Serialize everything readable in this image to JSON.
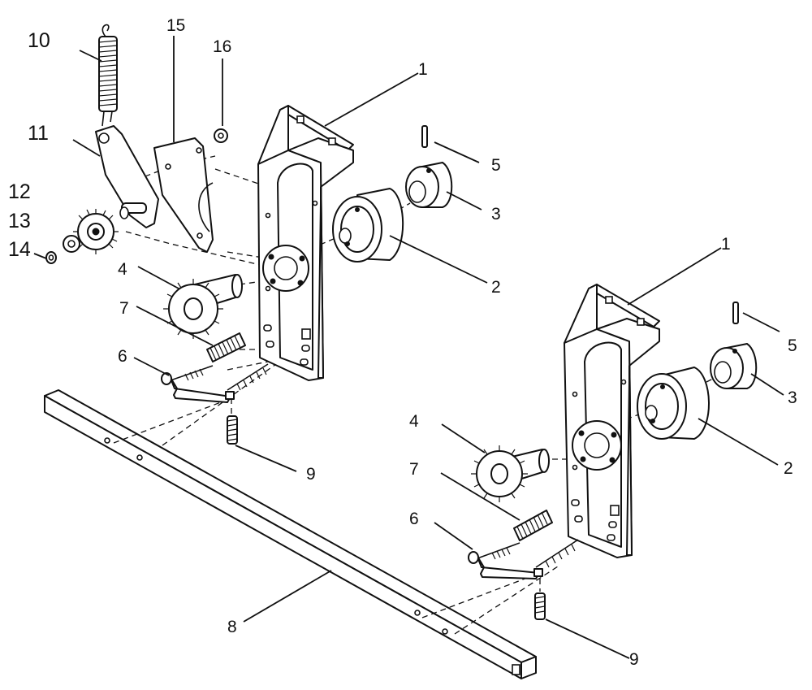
{
  "callouts": {
    "c1a": "1",
    "c1b": "1",
    "c2a": "2",
    "c2b": "2",
    "c3a": "3",
    "c3b": "3",
    "c4a": "4",
    "c4b": "4",
    "c5a": "5",
    "c5b": "5",
    "c6a": "6",
    "c6b": "6",
    "c7a": "7",
    "c7b": "7",
    "c8": "8",
    "c9a": "9",
    "c9b": "9",
    "c10": "10",
    "c11": "11",
    "c12": "12",
    "c13": "13",
    "c14": "14",
    "c15": "15",
    "c16": "16"
  }
}
